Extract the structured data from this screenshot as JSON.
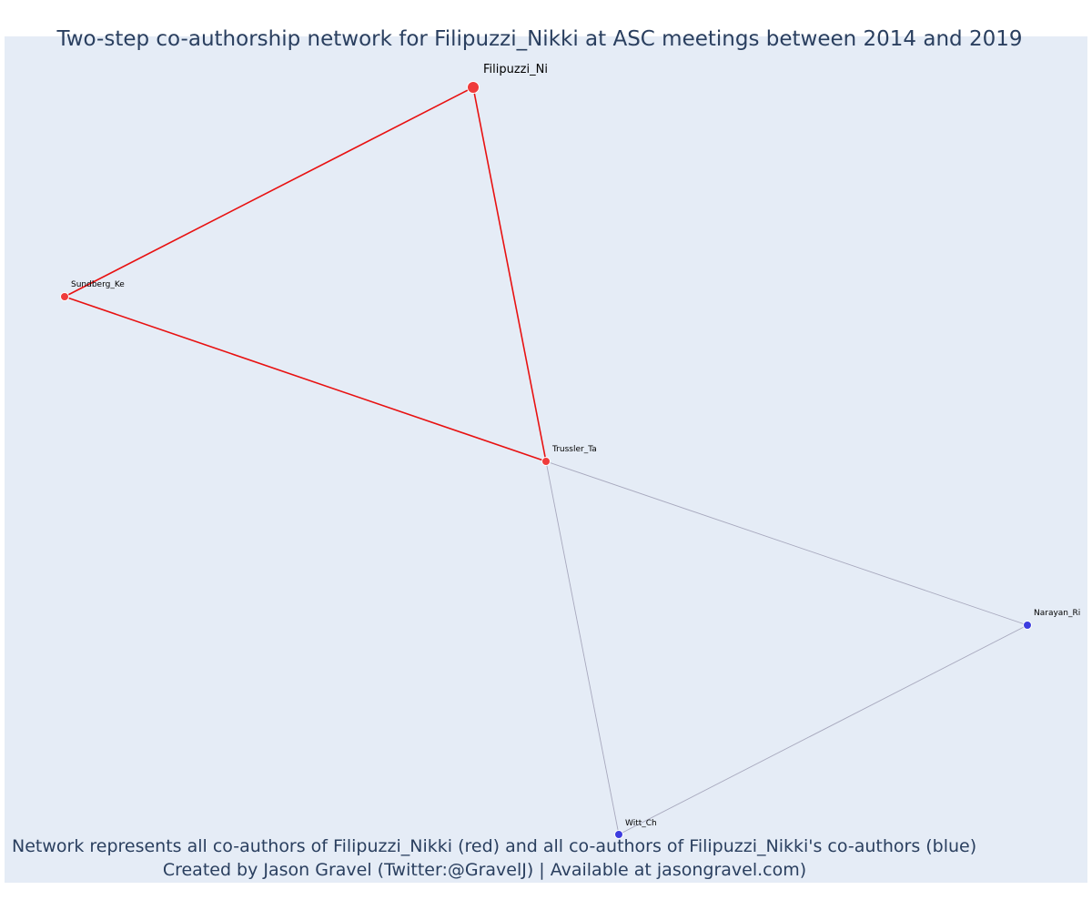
{
  "title": "Two-step co-authorship network for Filipuzzi_Nikki at ASC meetings between 2014 and 2019",
  "caption": {
    "line1": "Network represents all co-authors of Filipuzzi_Nikki (red) and all co-authors of Filipuzzi_Nikki's co-authors (blue)",
    "line2": "Created by Jason Gravel (Twitter:@GravelJ) | Available at jasongravel.com)"
  },
  "colors": {
    "background": "#e5ecf6",
    "title_text": "#2a3f5f",
    "ego": "#ef3b3b",
    "coauthor": "#ef3b3b",
    "second_step": "#3d3ddf",
    "red_edge": "#e81111",
    "gray_edge": "#a7a8bd"
  },
  "nodes": [
    {
      "id": "Filipuzzi_Ni",
      "label": "Filipuzzi_Ni",
      "group": "ego"
    },
    {
      "id": "Sundberg_Ke",
      "label": "Sundberg_Ke",
      "group": "coauthor"
    },
    {
      "id": "Trussler_Ta",
      "label": "Trussler_Ta",
      "group": "coauthor"
    },
    {
      "id": "Narayan_Ri",
      "label": "Narayan_Ri",
      "group": "second_step"
    },
    {
      "id": "Witt_Ch",
      "label": "Witt_Ch",
      "group": "second_step"
    }
  ],
  "edges": [
    {
      "source": "Filipuzzi_Ni",
      "target": "Sundberg_Ke",
      "kind": "red"
    },
    {
      "source": "Filipuzzi_Ni",
      "target": "Trussler_Ta",
      "kind": "red"
    },
    {
      "source": "Sundberg_Ke",
      "target": "Trussler_Ta",
      "kind": "red"
    },
    {
      "source": "Trussler_Ta",
      "target": "Narayan_Ri",
      "kind": "gray"
    },
    {
      "source": "Trussler_Ta",
      "target": "Witt_Ch",
      "kind": "gray"
    },
    {
      "source": "Narayan_Ri",
      "target": "Witt_Ch",
      "kind": "gray"
    }
  ]
}
